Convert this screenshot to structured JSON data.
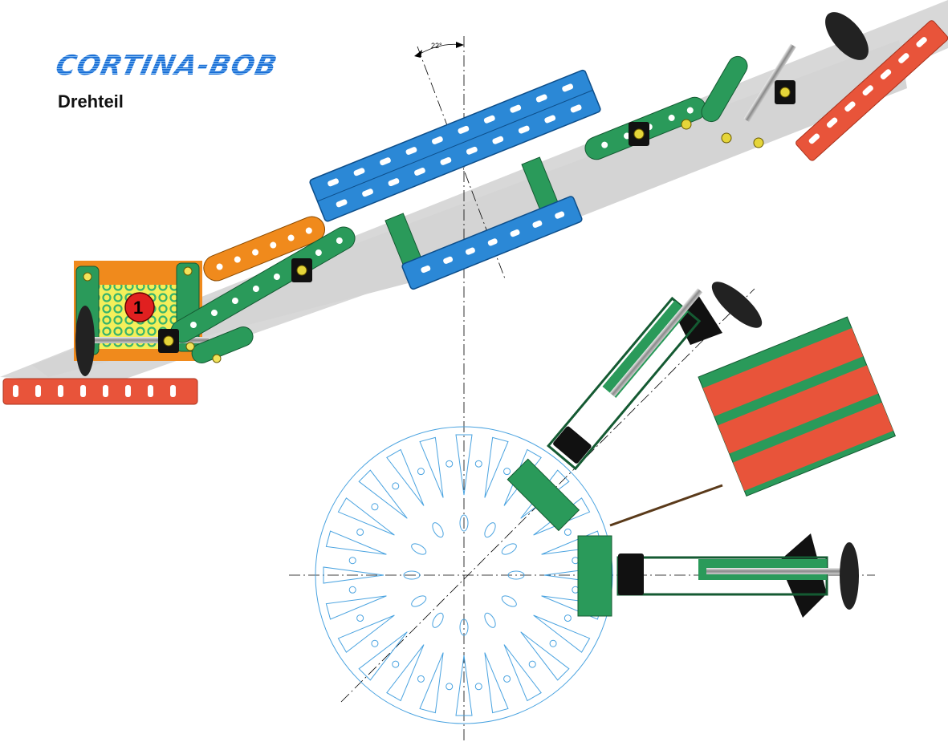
{
  "title": "CORTINA-BOB",
  "subtitle": "Drehteil",
  "angle_label": "22°",
  "seat_number": "1",
  "colors": {
    "green_strip": "#2a9a5a",
    "blue_girder": "#2b88d6",
    "red_strip": "#e8543a",
    "orange_strip": "#f08a1c",
    "shadow": "#d9d9d9",
    "wheel": "#222222",
    "guide_lines": "#4aa3e0"
  },
  "icons": {
    "wheel": "wheel-icon",
    "nut": "nut-icon",
    "screw": "screw-icon",
    "bracket": "angle-bracket-icon"
  }
}
